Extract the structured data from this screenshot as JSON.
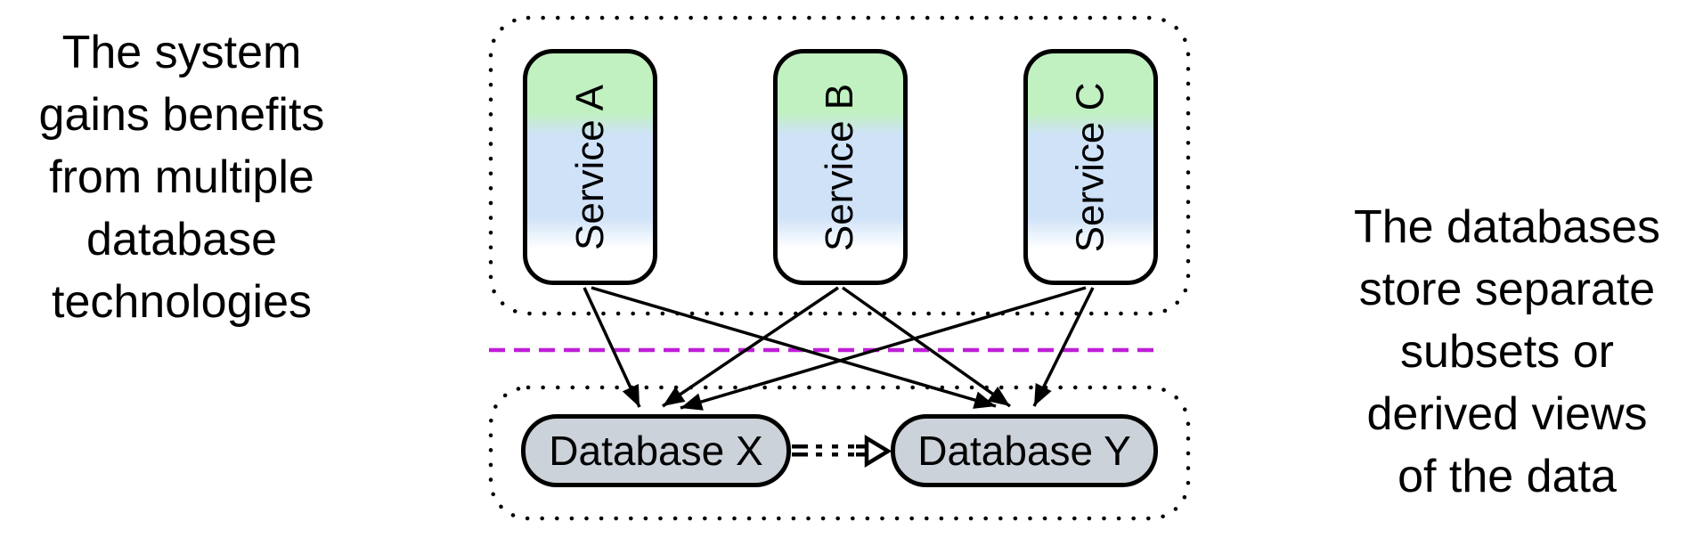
{
  "captions": {
    "left": "The system\ngains benefits\nfrom multiple\ndatabase\ntechnologies",
    "right": "The databases\nstore separate\nsubsets or\nderived views\nof the data"
  },
  "services": [
    {
      "label": "Service A"
    },
    {
      "label": "Service B"
    },
    {
      "label": "Service C"
    }
  ],
  "databases": [
    {
      "label": "Database X"
    },
    {
      "label": "Database Y"
    }
  ],
  "edges": [
    "Service A -> Database X",
    "Service A -> Database Y",
    "Service B -> Database X",
    "Service B -> Database Y",
    "Service C -> Database X",
    "Service C -> Database Y",
    "Database X ..> Database Y"
  ],
  "colors": {
    "service_green": "#c1f0c1",
    "service_blue": "#cfe2f8",
    "db_gray": "#ccd2d9",
    "divider_magenta": "#bf1ed7",
    "outline": "#000000"
  }
}
